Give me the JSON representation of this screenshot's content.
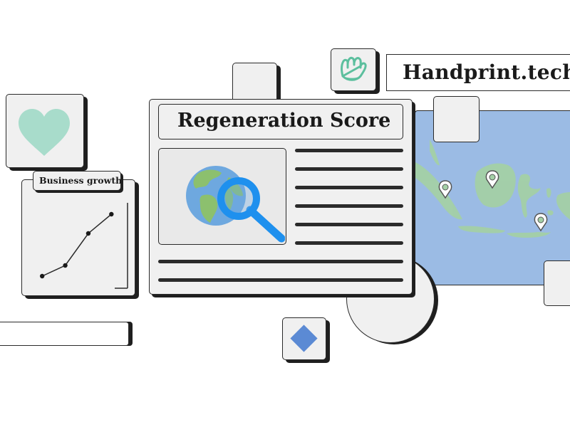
{
  "brand": {
    "name": "Handprint.tech"
  },
  "score_card": {
    "title": "Regeneration Score"
  },
  "growth_card": {
    "label": "Business growth"
  },
  "chart_data": {
    "type": "line",
    "title": "Business growth",
    "x": [
      1,
      2,
      3,
      4
    ],
    "values": [
      1,
      2,
      5,
      6.8
    ],
    "xlabel": "",
    "ylabel": "",
    "ylim": [
      0,
      8
    ],
    "grid": false
  },
  "icons": {
    "heart": "heart-icon",
    "hand": "hand-icon",
    "diamond": "diamond-icon",
    "globe": "globe-icon",
    "magnifier": "magnifying-glass-icon",
    "map_pin": "map-pin-icon"
  },
  "colors": {
    "heart": "#a8dccb",
    "hand": "#5cbf9e",
    "diamond": "#5b8ad4",
    "magnifier": "#1e90ee",
    "map_sea": "#9bbbe4",
    "map_land": "#a4d0a6",
    "card_fill": "#f0f0f0",
    "outline": "#2a2a2a"
  }
}
